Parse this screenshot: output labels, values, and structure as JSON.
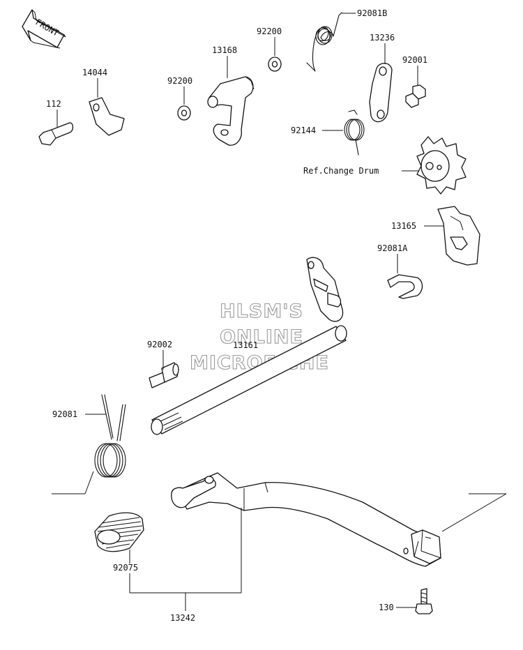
{
  "front_badge": "FRONT",
  "labels": {
    "p92081B": "92081B",
    "p92200a": "92200",
    "p13236": "13236",
    "p13168": "13168",
    "p92001": "92001",
    "p14044": "14044",
    "p92200b": "92200",
    "p112": "112",
    "p92144": "92144",
    "ref_change_drum": "Ref.Change Drum",
    "p13165": "13165",
    "p92081A": "92081A",
    "p92002": "92002",
    "p13161": "13161",
    "p92081": "92081",
    "p92075": "92075",
    "p13242": "13242",
    "p130": "130"
  },
  "watermark": {
    "line1": "HLSM'S",
    "line2": "ONLINE",
    "line3": "MICROFICHE"
  }
}
